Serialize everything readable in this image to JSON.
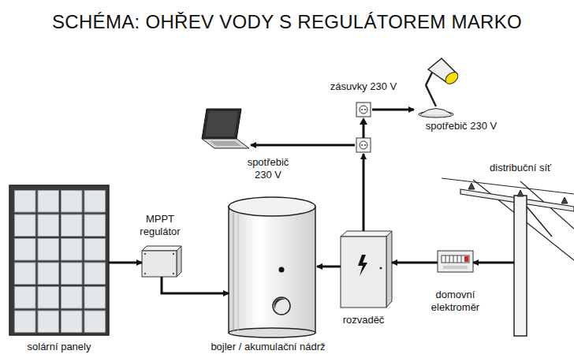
{
  "diagram": {
    "title": "SCHÉMA: OHŘEV VODY S REGULÁTOREM MARKO",
    "nodes": [
      {
        "text": [
          "solární panely"
        ]
      },
      {
        "text": [
          "MPPT regulátor"
        ]
      },
      {
        "text": [
          "bojler / akumulační nádrž"
        ]
      },
      {
        "text": [
          "rozvaděč"
        ]
      },
      {
        "text": [
          "domovní elektroměr"
        ]
      },
      {
        "text": [
          "distribuční síť"
        ]
      },
      {
        "text": [
          "zásuvky 230 V"
        ]
      },
      {
        "text": [
          "spotřebič 230 V"
        ]
      },
      {
        "text": [
          "spotřebič 230 V"
        ]
      }
    ],
    "edges": [
      {
        "from": 0,
        "to": 1,
        "arrow": "to"
      },
      {
        "from": 1,
        "to": 2,
        "arrow": "to"
      },
      {
        "from": 5,
        "to": 4,
        "arrow": "to"
      },
      {
        "from": 4,
        "to": 3,
        "arrow": "to"
      },
      {
        "from": 3,
        "to": 2,
        "arrow": "to"
      },
      {
        "from": 3,
        "to": 6,
        "arrow": "to"
      },
      {
        "from": 6,
        "to": 7,
        "arrow": "to"
      },
      {
        "from": 6,
        "to": 8,
        "arrow": "to"
      }
    ]
  }
}
